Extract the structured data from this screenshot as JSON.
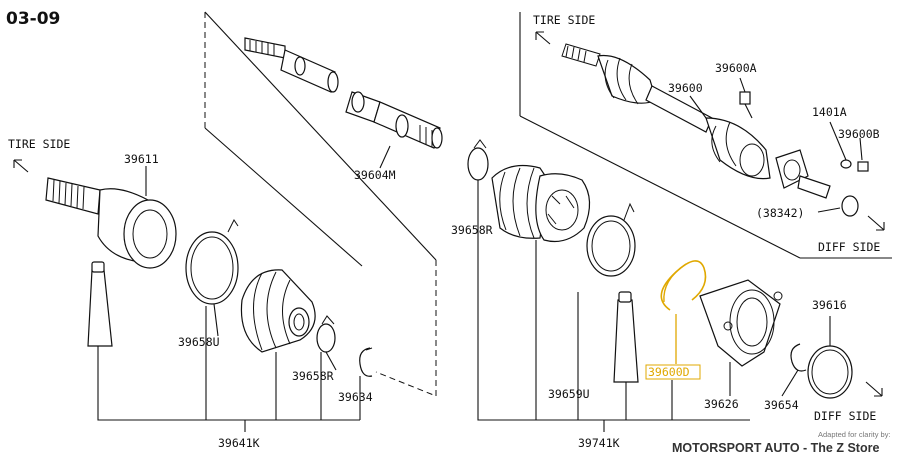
{
  "diagram_code": "03-09",
  "direction_labels": {
    "tire_side_left": "TIRE SIDE",
    "tire_side_top": "TIRE SIDE",
    "diff_side_top": "DIFF SIDE",
    "diff_side_bottom": "DIFF SIDE"
  },
  "part_labels": {
    "p39611": "39611",
    "p39604M": "39604M",
    "p39658R_top": "39658R",
    "p39658U": "39658U",
    "p39658R_bottom": "39658R",
    "p39634": "39634",
    "p39641K": "39641K",
    "p39600": "39600",
    "p39600A": "39600A",
    "p1401A": "1401A",
    "p39600B": "39600B",
    "p38342": "(38342)",
    "p39600D": "39600D",
    "p39659U": "39659U",
    "p39626": "39626",
    "p39654": "39654",
    "p39616": "39616",
    "p39741K": "39741K"
  },
  "highlight_color": "#e0a800",
  "watermark": {
    "brand": "MOTORSPORT AUTO - The Z Store",
    "credit": "Adapted for clarity by:"
  }
}
